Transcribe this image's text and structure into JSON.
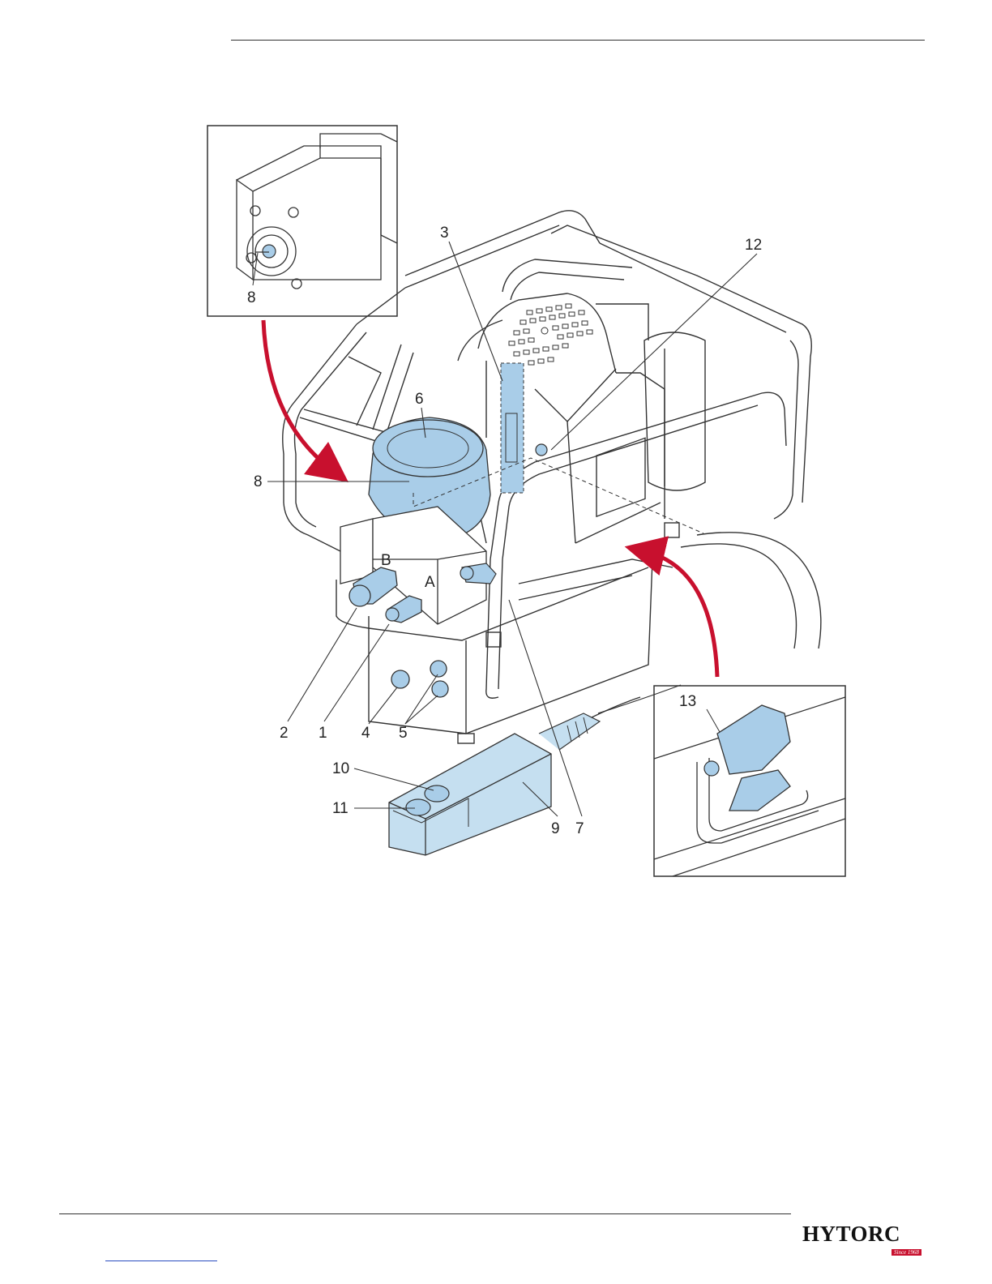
{
  "figure": {
    "callouts": {
      "c1": "1",
      "c2": "2",
      "c3": "3",
      "c4": "4",
      "c5": "5",
      "c6": "6",
      "c7": "7",
      "c8_inset": "8",
      "c8_main": "8",
      "c9": "9",
      "c10": "10",
      "c11": "11",
      "c12": "12",
      "c13": "13"
    },
    "valve_labels": {
      "b": "B",
      "a": "A"
    }
  },
  "footer": {
    "logo_text": "HYTORC",
    "logo_tagline": "Since 1968"
  },
  "colors": {
    "highlight_blue": "#a9cde8",
    "arrow_red": "#c8102e",
    "line": "#333333"
  }
}
